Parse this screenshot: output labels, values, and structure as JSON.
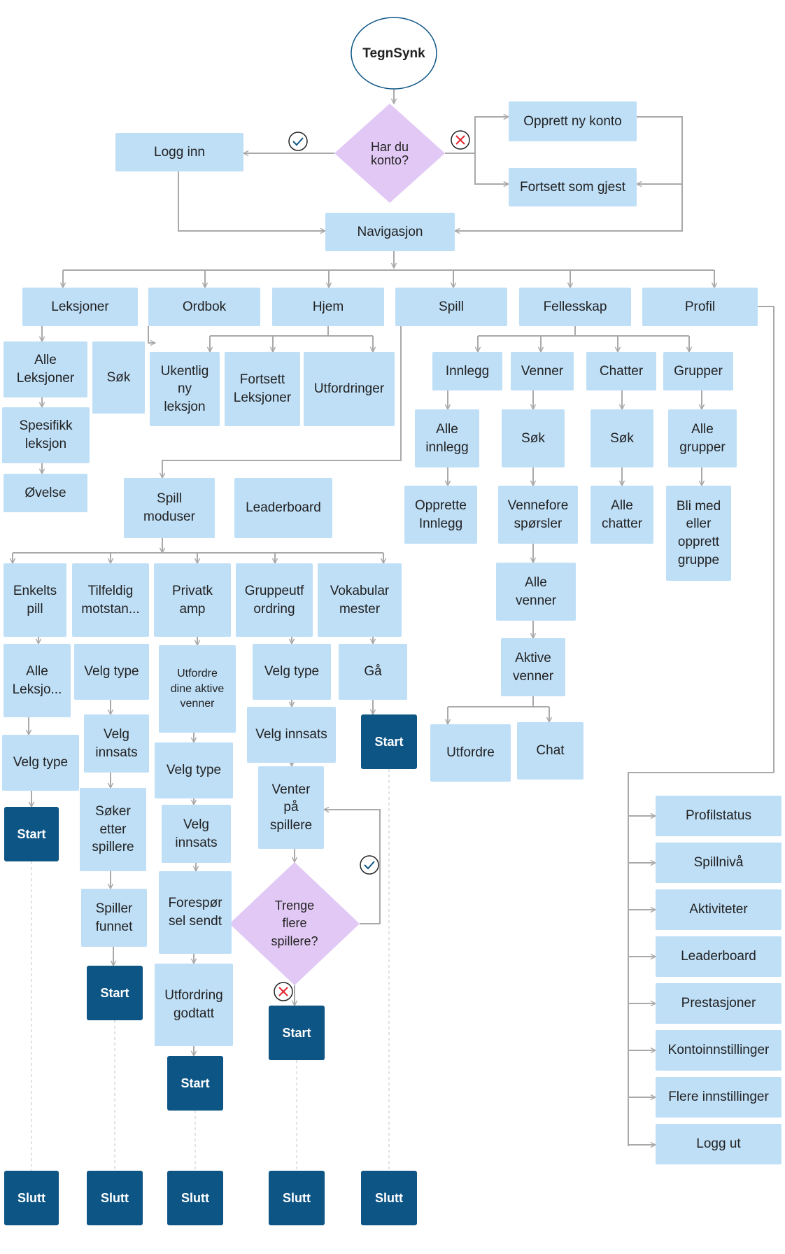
{
  "title": "TegnSynk",
  "decisions": {
    "har_du_konto": "Har du\nkonto?",
    "trenge_flere": "Trenge\nflere\nspillere?"
  },
  "colors": {
    "box": "#bfdff7",
    "dark": "#0d5585",
    "diamond": "#e2c9f5",
    "line": "#a9a9a9",
    "check": "#0d5585",
    "cross": "#e3242b"
  },
  "nodes": {
    "logg_inn": "Logg inn",
    "opprett_ny_konto": "Opprett ny konto",
    "fortsett_som_gjest": "Fortsett som gjest",
    "navigasjon": "Navigasjon",
    "leksjoner": "Leksjoner",
    "ordbok": "Ordbok",
    "hjem": "Hjem",
    "spill": "Spill",
    "fellesskap": "Fellesskap",
    "profil": "Profil",
    "alle_leksjoner": "Alle\nLeksjoner",
    "sok_ordbok": "Søk",
    "spesifikk_leksjon": "Spesifikk\nleksjon",
    "ovelse": "Øvelse",
    "ukentlig": "Ukentlig\nny\nleksjon",
    "fortsett_leksjoner": "Fortsett\nLeksjoner",
    "utfordringer": "Utfordringer",
    "innlegg": "Innlegg",
    "venner": "Venner",
    "chatter": "Chatter",
    "grupper": "Grupper",
    "alle_innlegg": "Alle\ninnlegg",
    "sok_venner": "Søk",
    "sok_chatter": "Søk",
    "alle_grupper": "Alle\ngrupper",
    "opprette_innlegg": "Opprette\nInnlegg",
    "venneforesporsler": "Vennefore\nspørsler",
    "alle_chatter": "Alle\nchatter",
    "bli_med": "Bli med\neller\nopprett\ngruppe",
    "alle_venner": "Alle\nvenner",
    "aktive_venner": "Aktive\nvenner",
    "utfordre": "Utfordre",
    "chat": "Chat",
    "spill_moduser": "Spill\nmoduser",
    "leaderboard_spill": "Leaderboard",
    "enkeltspill": "Enkelts\npill",
    "tilfeldig": "Tilfeldig\nmotstan...",
    "privatkamp": "Privatk\namp",
    "gruppeutfordring": "Gruppeutf\nordring",
    "vokabularmester": "Vokabular\nmester",
    "alle_leksjo_enkel": "Alle\nLeksjo...",
    "velg_type_enkel": "Velg type",
    "velg_type_tilf": "Velg type",
    "velg_innsats_tilf": "Velg\ninnsats",
    "soker_etter": "Søker\netter\nspillere",
    "spiller_funnet": "Spiller\nfunnet",
    "utfordre_aktive": "Utfordre\ndine aktive\nvenner",
    "velg_type_priv": "Velg type",
    "velg_innsats_priv": "Velg\ninnsats",
    "foresporsel": "Forespør\nsel sendt",
    "utfordring_godtatt": "Utfordring\ngodtatt",
    "velg_type_grp": "Velg type",
    "velg_innsats_grp": "Velg innsats",
    "venter": "Venter\npå\nspillere",
    "ga": "Gå",
    "profilstatus": "Profilstatus",
    "spillniva": "Spillnivå",
    "aktiviteter": "Aktiviteter",
    "leaderboard_profil": "Leaderboard",
    "prestasjoner": "Prestasjoner",
    "kontoinnstillinger": "Kontoinnstillinger",
    "flere_innstillinger": "Flere innstillinger",
    "logg_ut": "Logg ut",
    "start_enkel": "Start",
    "start_tilf": "Start",
    "start_priv": "Start",
    "start_grp": "Start",
    "start_vok": "Start",
    "slutt_enkel": "Slutt",
    "slutt_tilf": "Slutt",
    "slutt_priv": "Slutt",
    "slutt_grp": "Slutt",
    "slutt_vok": "Slutt"
  }
}
